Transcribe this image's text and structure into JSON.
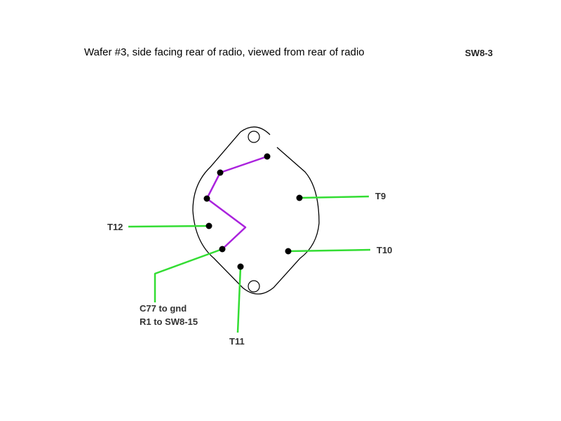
{
  "title": "Wafer #3, side facing rear of radio, viewed from rear of radio",
  "switch_ref": "SW8-3",
  "terminals": {
    "t9": "T9",
    "t10": "T10",
    "t11": "T11",
    "t12": "T12"
  },
  "note": {
    "line1": "C77 to gnd",
    "line2": "R1 to SW8-15"
  },
  "colors": {
    "wafer_outline": "#000000",
    "lead_wire": "#33dd33",
    "jumper_wire": "#aa22dd",
    "contact": "#000000"
  }
}
